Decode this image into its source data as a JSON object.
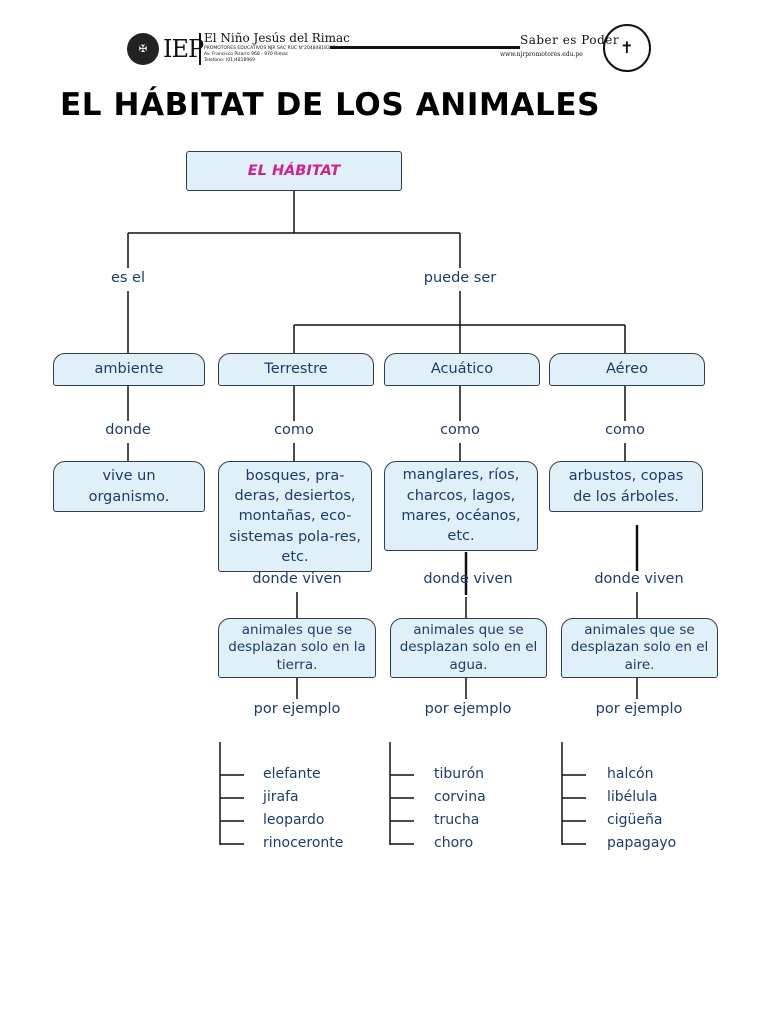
{
  "header": {
    "logo_text": "IEP",
    "school_name": "El Niño Jesús del Rimac",
    "small_line_1": "PROMOTORES EDUCATIVOS NJR SAC RUC N°20484818313",
    "small_line_2": "Av. Francisco Pizarro 968 - 970 Rímac",
    "small_line_3": "Telefono: (01)4818969",
    "slogan": "Saber es Poder",
    "url": "www.njrpromotores.edu.pe"
  },
  "title": "EL HÁBITAT DE LOS ANIMALES",
  "diagram": {
    "root": "EL HÁBITAT",
    "link_left": "es el",
    "link_right": "puede ser",
    "ambiente": {
      "box": "ambiente",
      "link": "donde",
      "desc": "vive un organismo."
    },
    "columns": [
      {
        "box": "Terrestre",
        "link1": "como",
        "desc": "bosques, pra-deras, desiertos, montañas, eco-sistemas pola-res, etc.",
        "link2": "donde viven",
        "animals": "animales que se desplazan solo en la tierra.",
        "link3": "por ejemplo",
        "examples": [
          "elefante",
          "jirafa",
          "leopardo",
          "rinoceronte"
        ]
      },
      {
        "box": "Acuático",
        "link1": "como",
        "desc": "manglares, ríos, charcos, lagos, mares, océanos, etc.",
        "link2": "donde viven",
        "animals": "animales que se desplazan solo en el agua.",
        "link3": "por ejemplo",
        "examples": [
          "tiburón",
          "corvina",
          "trucha",
          "choro"
        ]
      },
      {
        "box": "Aéreo",
        "link1": "como",
        "desc": "arbustos, copas de los árboles.",
        "link2": "donde viven",
        "animals": "animales que se desplazan solo en el aire.",
        "link3": "por ejemplo",
        "examples": [
          "halcón",
          "libélula",
          "cigüeña",
          "papagayo"
        ]
      }
    ]
  }
}
